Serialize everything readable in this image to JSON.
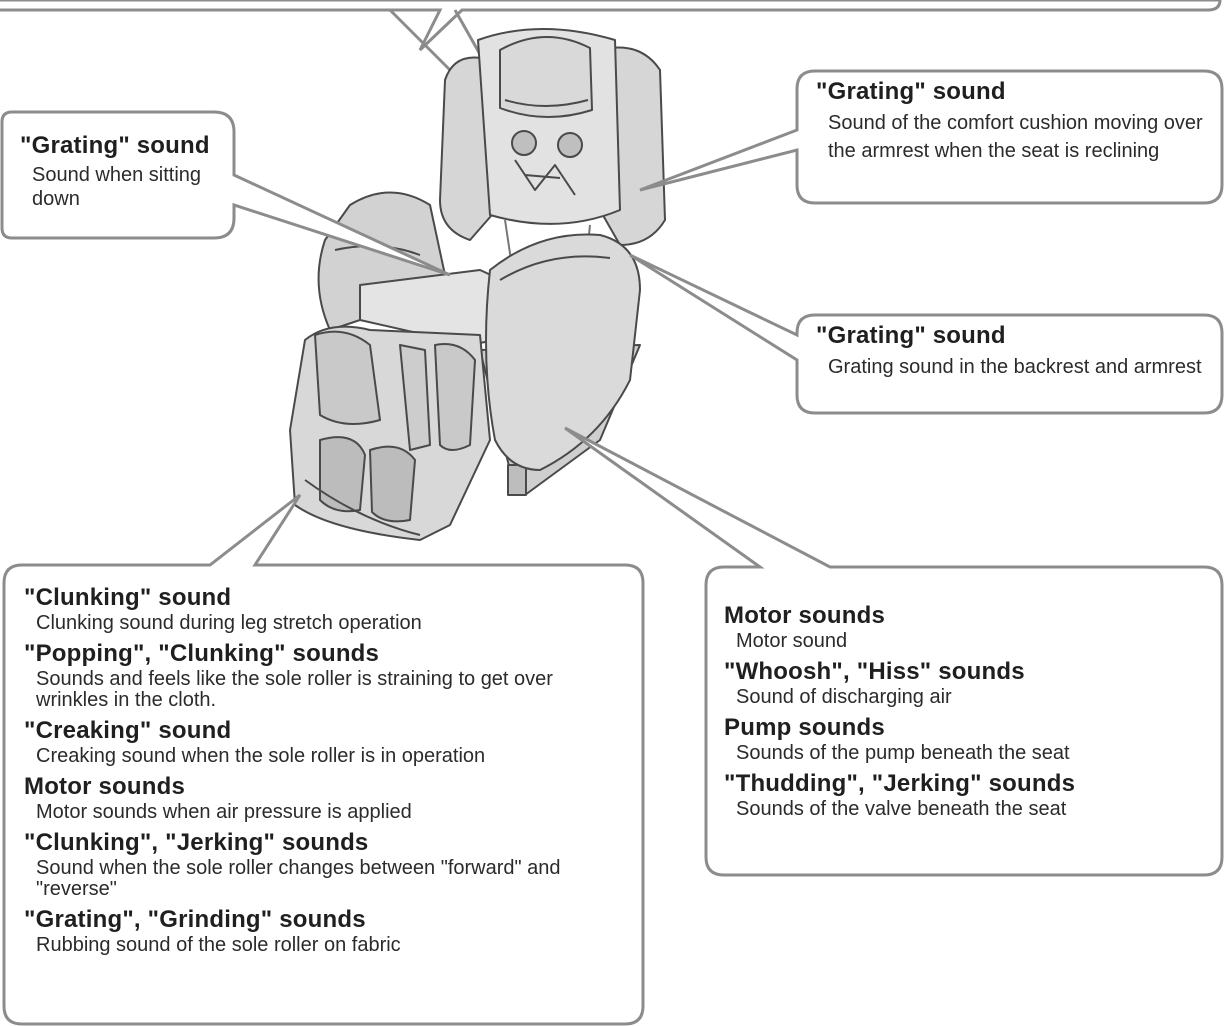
{
  "callouts": {
    "left_top": {
      "title": "\"Grating\" sound",
      "desc": "Sound when sitting down"
    },
    "right_top": {
      "title": "\"Grating\" sound",
      "desc": "Sound of the comfort cushion moving over the armrest when the seat is reclining"
    },
    "right_mid": {
      "title": "\"Grating\" sound",
      "desc": "Grating sound in the backrest and armrest"
    },
    "bottom_left": {
      "entries": [
        {
          "title": "\"Clunking\" sound",
          "desc": "Clunking sound during leg stretch operation"
        },
        {
          "title": "\"Popping\", \"Clunking\" sounds",
          "desc": "Sounds and feels like the sole roller is straining to get over wrinkles in the cloth."
        },
        {
          "title": "\"Creaking\" sound",
          "desc": "Creaking sound when the sole roller is in operation"
        },
        {
          "title": "Motor sounds",
          "desc": "Motor sounds when air pressure is applied"
        },
        {
          "title": "\"Clunking\", \"Jerking\" sounds",
          "desc": "Sound when the sole roller changes between \"forward\" and \"reverse\""
        },
        {
          "title": "\"Grating\", \"Grinding\" sounds",
          "desc": "Rubbing sound of the sole roller on fabric"
        }
      ]
    },
    "bottom_right": {
      "entries": [
        {
          "title": "Motor sounds",
          "desc": "Motor sound"
        },
        {
          "title": "\"Whoosh\", \"Hiss\" sounds",
          "desc": "Sound of discharging air"
        },
        {
          "title": "Pump sounds",
          "desc": "Sounds of the pump beneath the seat"
        },
        {
          "title": "\"Thudding\", \"Jerking\" sounds",
          "desc": "Sounds of the valve beneath the seat"
        }
      ]
    }
  },
  "colors": {
    "bubble_stroke": "#8c8c8c",
    "chair_fill": "#dcdcdc",
    "chair_stroke": "#4a4a4a"
  },
  "icons": {
    "chair": "massage-chair-illustration"
  }
}
